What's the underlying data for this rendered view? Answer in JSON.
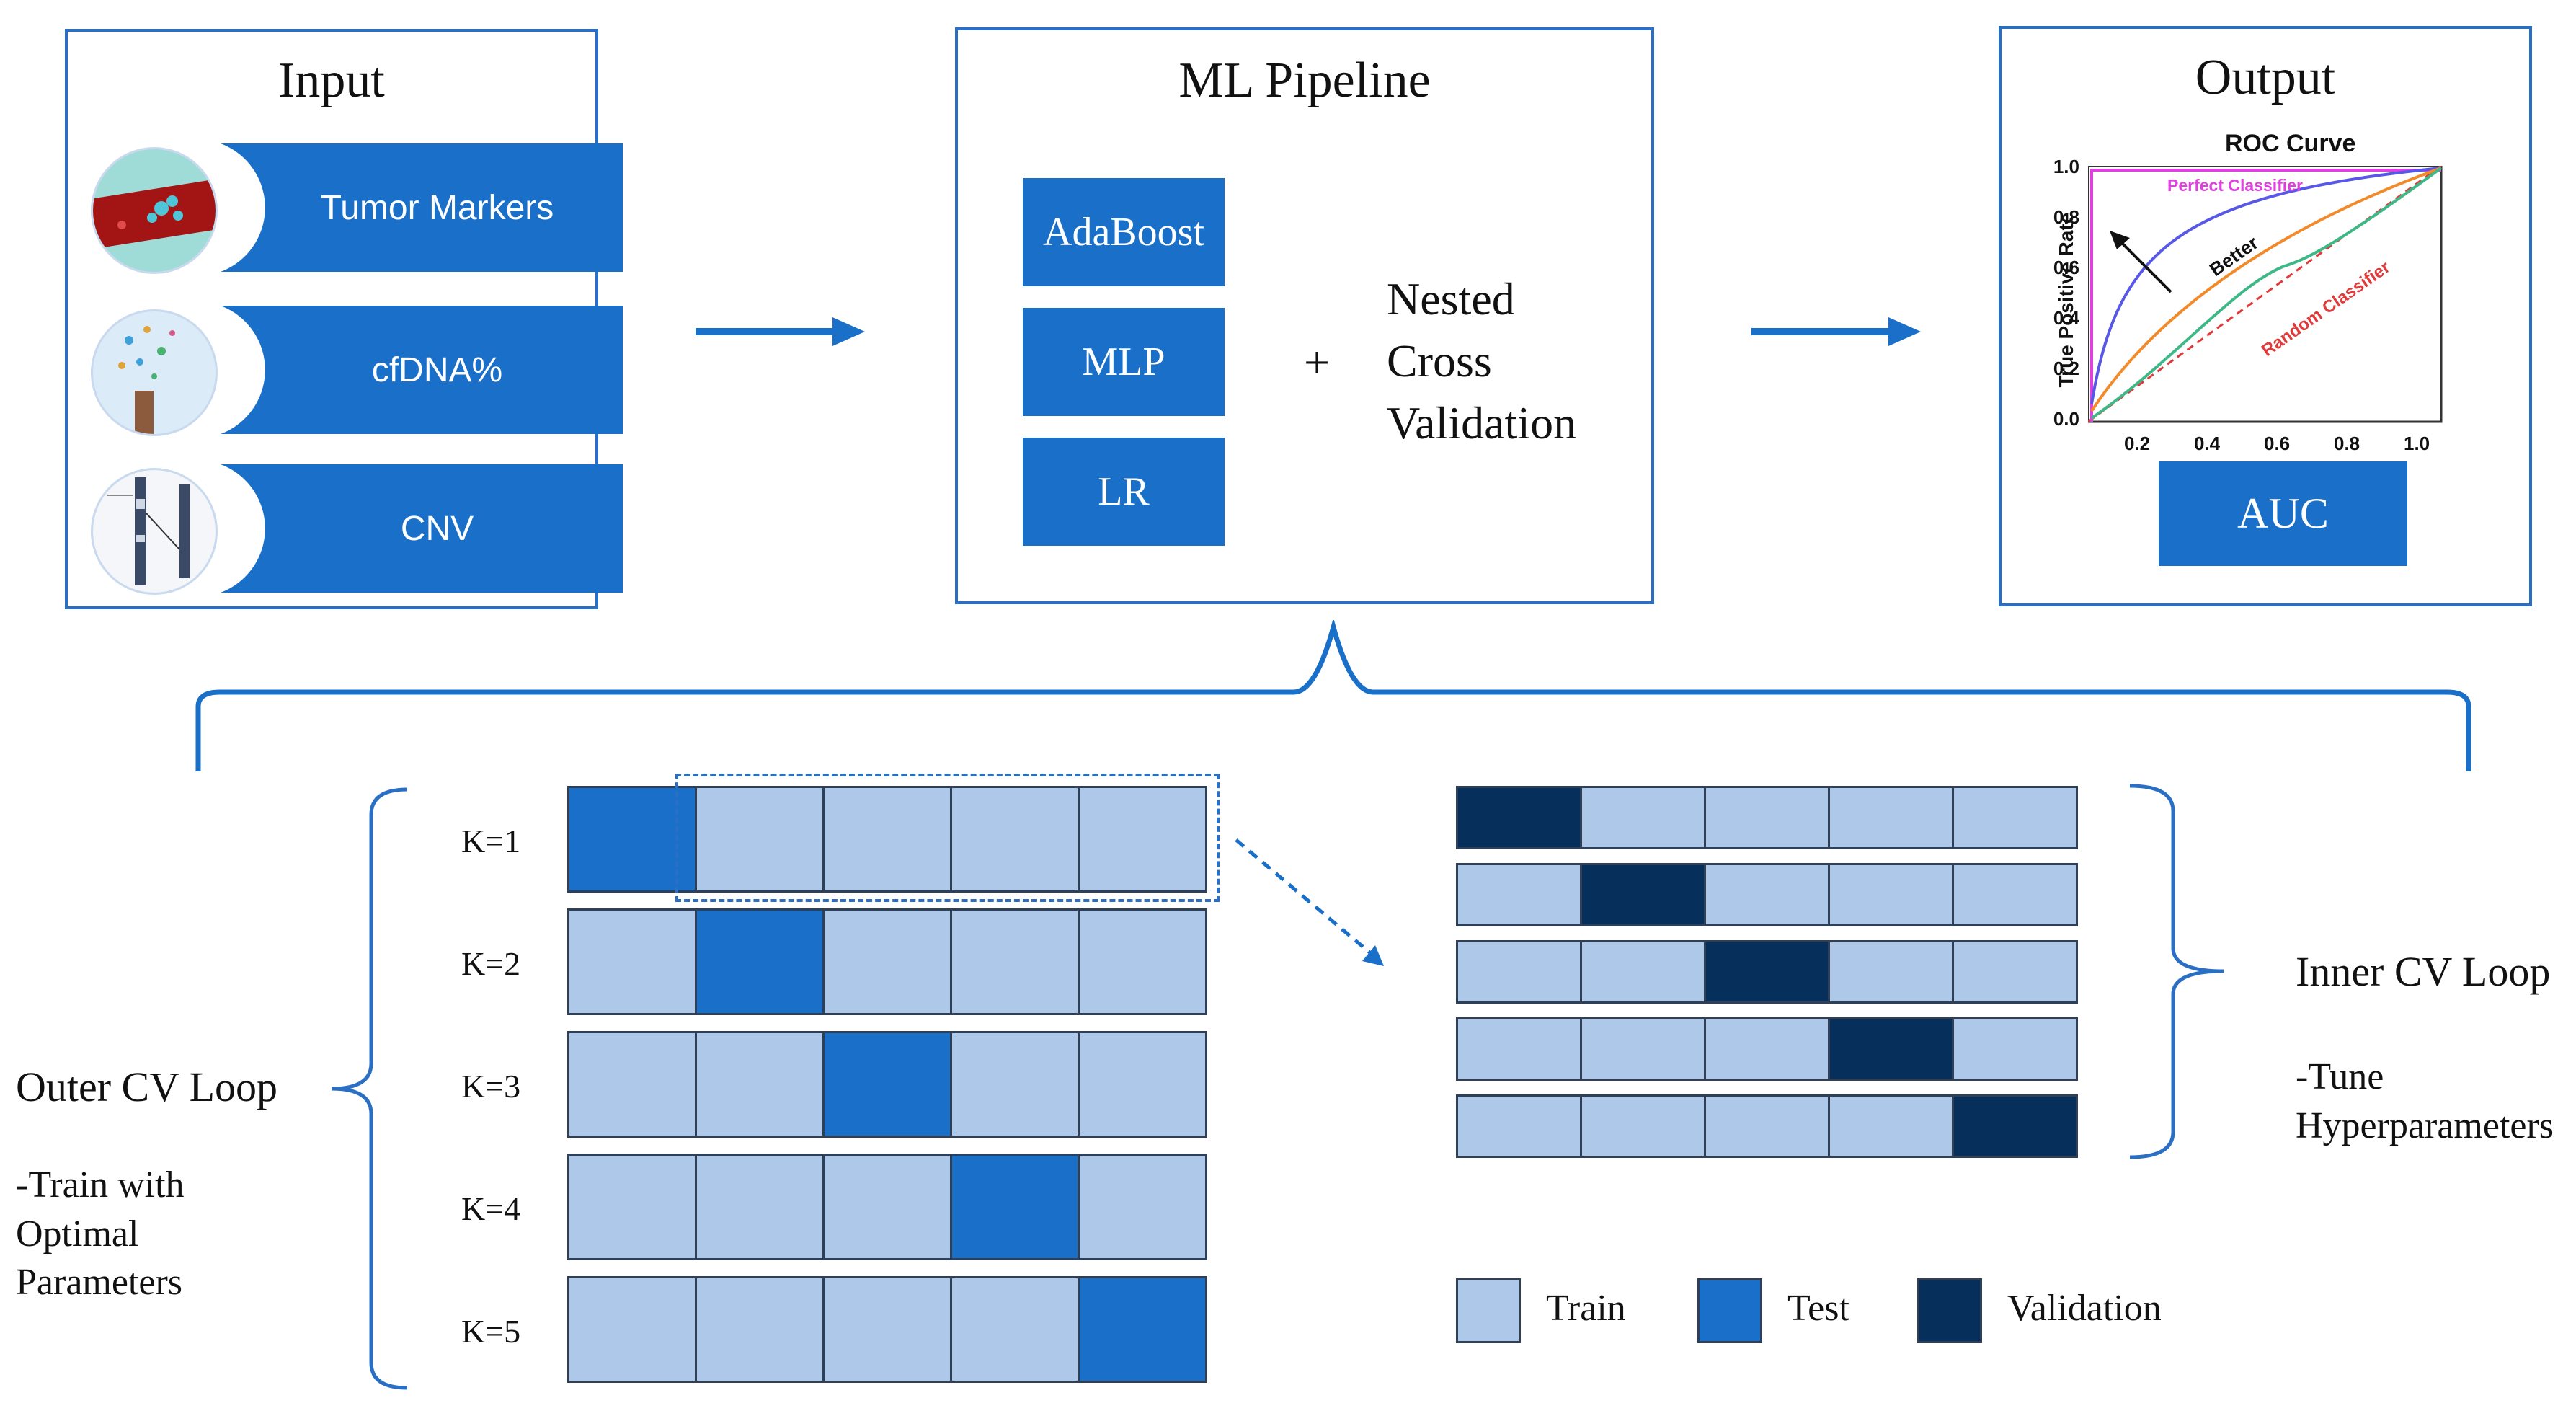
{
  "colors": {
    "train": "#aec8ea",
    "test": "#1a6fc9",
    "validation": "#062f5c",
    "panel_border": "#2a6fc4",
    "arrow": "#1a6fc9"
  },
  "input": {
    "title": "Input",
    "items": [
      {
        "label": "Tumor Markers",
        "icon": "tumor-marker-bubble"
      },
      {
        "label": "cfDNA%",
        "icon": "cfdna-bubble"
      },
      {
        "label": "CNV",
        "icon": "cnv-bubble"
      }
    ]
  },
  "pipeline": {
    "title": "ML Pipeline",
    "models": [
      "AdaBoost",
      "MLP",
      "LR"
    ],
    "plus": "+",
    "method_lines": [
      "Nested",
      "Cross",
      "Validation"
    ]
  },
  "output": {
    "title": "Output",
    "roc": {
      "title": "ROC Curve",
      "ylabel": "True Positive Rate",
      "y_ticks": [
        "1.0",
        "0.8",
        "0.6",
        "0.4",
        "0.2",
        "0.0"
      ],
      "x_ticks": [
        "0.2",
        "0.4",
        "0.6",
        "0.8",
        "1.0"
      ],
      "perfect_label": "Perfect Classifier",
      "better_label": "Better",
      "random_label": "Random Classifier"
    },
    "auc_label": "AUC"
  },
  "outer_cv": {
    "folds": [
      "K=1",
      "K=2",
      "K=3",
      "K=4",
      "K=5"
    ],
    "title": "Outer CV Loop",
    "note_lines": [
      "-Train with",
      "Optimal",
      "Parameters"
    ],
    "test_index": [
      0,
      1,
      2,
      3,
      4
    ]
  },
  "inner_cv": {
    "title": "Inner CV Loop",
    "note_lines": [
      "-Tune",
      "Hyperparameters"
    ],
    "validation_index": [
      0,
      1,
      2,
      3,
      4
    ]
  },
  "legend": [
    {
      "label": "Train",
      "color": "#aec8ea"
    },
    {
      "label": "Test",
      "color": "#1a6fc9"
    },
    {
      "label": "Validation",
      "color": "#062f5c"
    }
  ]
}
